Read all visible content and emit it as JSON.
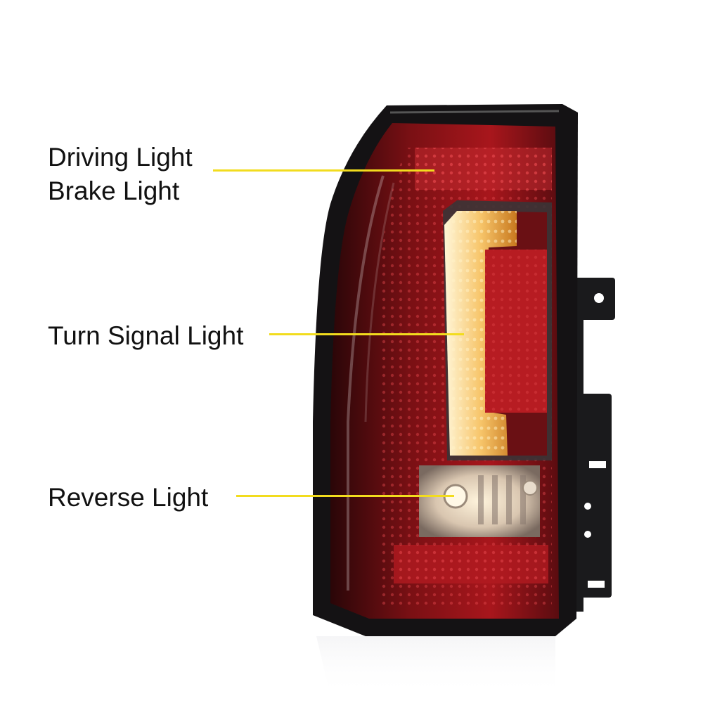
{
  "callouts": {
    "driving_light": "Driving Light",
    "brake_light": "Brake Light",
    "turn_signal_light": "Turn Signal Light",
    "reverse_light": "Reverse Light"
  },
  "colors": {
    "callout_line": "#f2dc1e",
    "label_text": "#111111",
    "lamp_red": "#a8161c",
    "lamp_amber": "#f7c56a",
    "housing_black": "#141214"
  }
}
